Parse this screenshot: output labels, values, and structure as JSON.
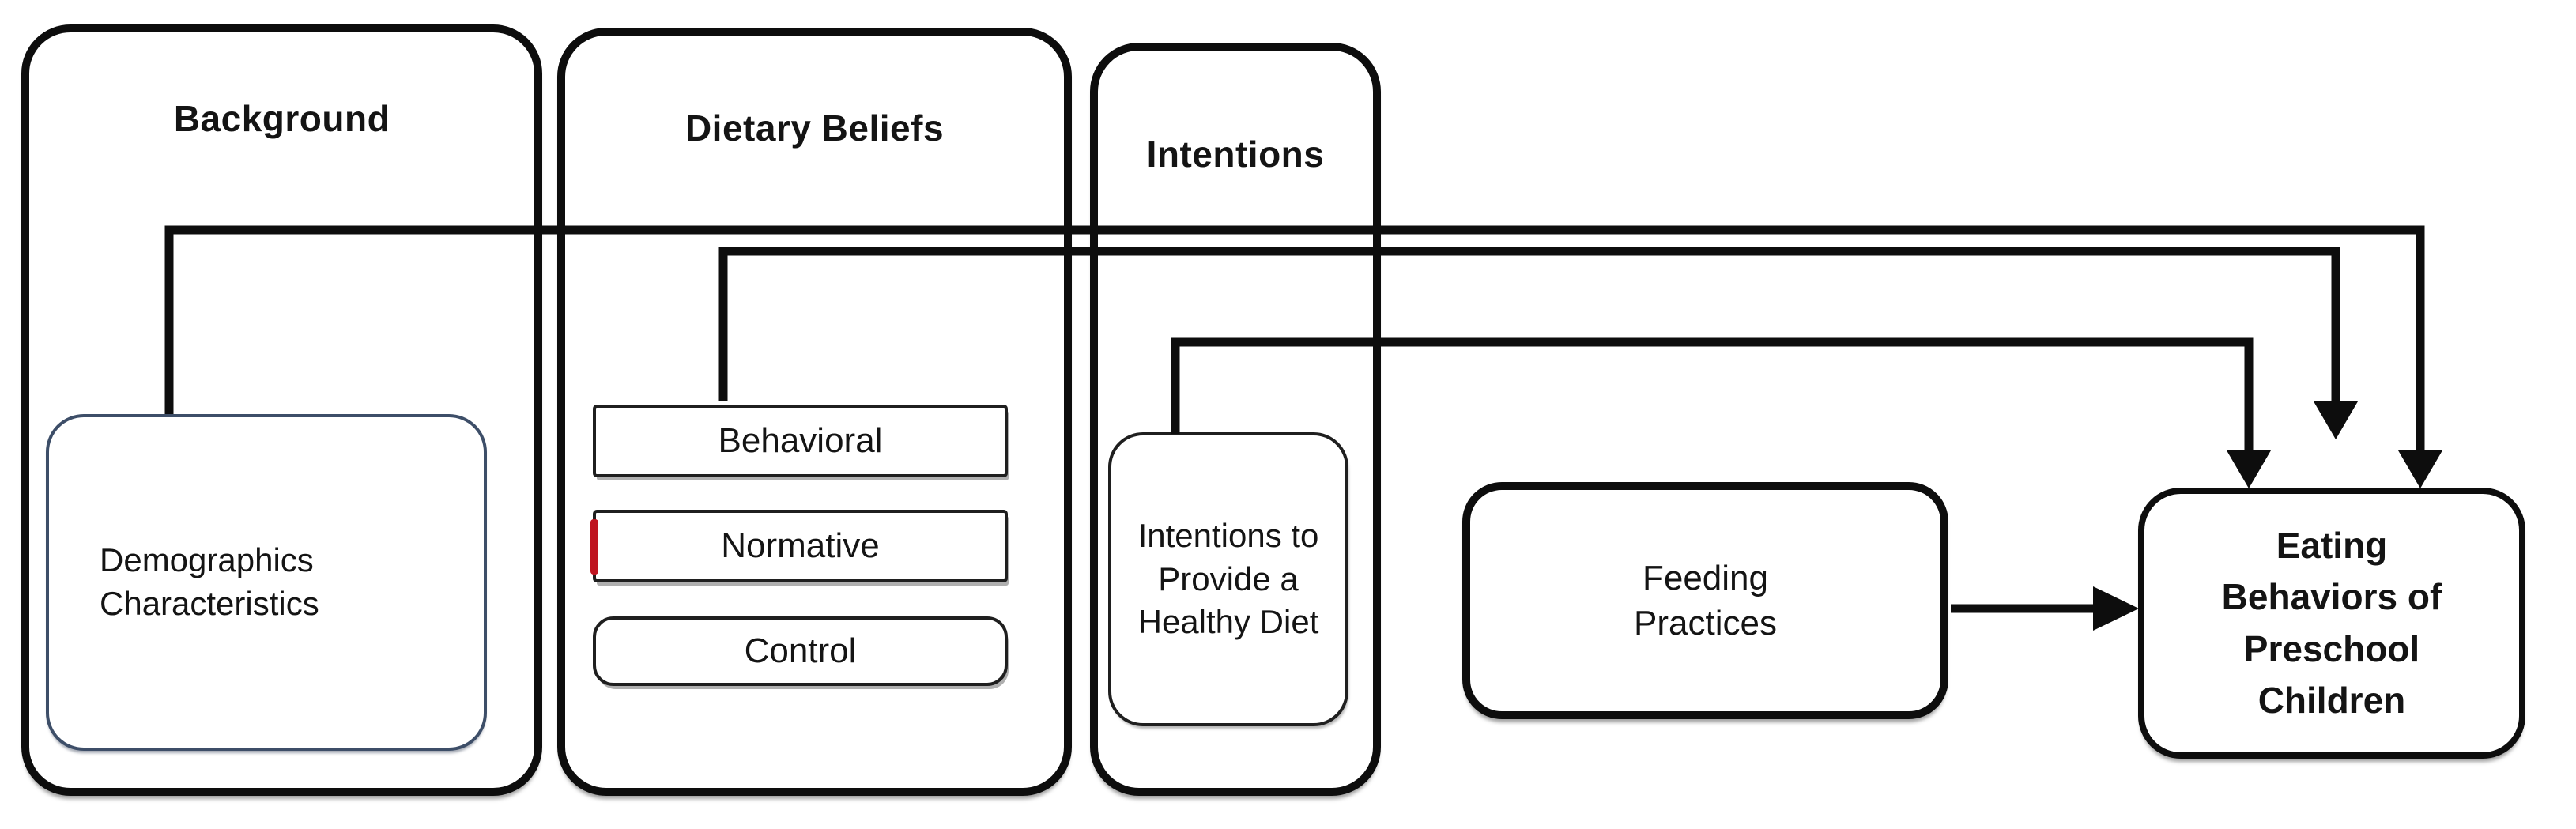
{
  "groups": {
    "background": {
      "label": "Background",
      "node": {
        "label": "Demographics Characteristics",
        "lines": [
          "Demographics",
          "Characteristics"
        ]
      }
    },
    "dietary": {
      "label": "Dietary Beliefs",
      "items": [
        "Behavioral",
        "Normative",
        "Control"
      ]
    },
    "intentions": {
      "label": "Intentions",
      "node": {
        "label": "Intentions to Provide a Healthy Diet",
        "lines": [
          "Intentions to",
          "Provide a",
          "Healthy Diet"
        ]
      }
    }
  },
  "nodes": {
    "feeding": {
      "label": "Feeding Practices",
      "lines": [
        "Feeding",
        "Practices"
      ]
    },
    "eating": {
      "label": "Eating Behaviors of Preschool Children",
      "lines": [
        "Eating",
        "Behaviors of",
        "Preschool",
        "Children"
      ]
    }
  },
  "edges": [
    {
      "from": "Demographics Characteristics",
      "to": "Eating Behaviors of Preschool Children",
      "style": "elbow-arrow"
    },
    {
      "from": "Dietary Beliefs (Behavioral / Normative / Control)",
      "to": "Eating Behaviors of Preschool Children",
      "style": "elbow-arrow-short"
    },
    {
      "from": "Intentions to Provide a Healthy Diet",
      "to": "Eating Behaviors of Preschool Children",
      "style": "elbow-arrow"
    },
    {
      "from": "Feeding Practices",
      "to": "Eating Behaviors of Preschool Children",
      "style": "straight-arrow"
    }
  ],
  "colors": {
    "line": "#0d0d0d",
    "thin_box_border": "#1f1f1f",
    "demographics_border": "#3d4e68",
    "accent_red": "#bf1420",
    "background": "#ffffff",
    "text": "#141414"
  }
}
